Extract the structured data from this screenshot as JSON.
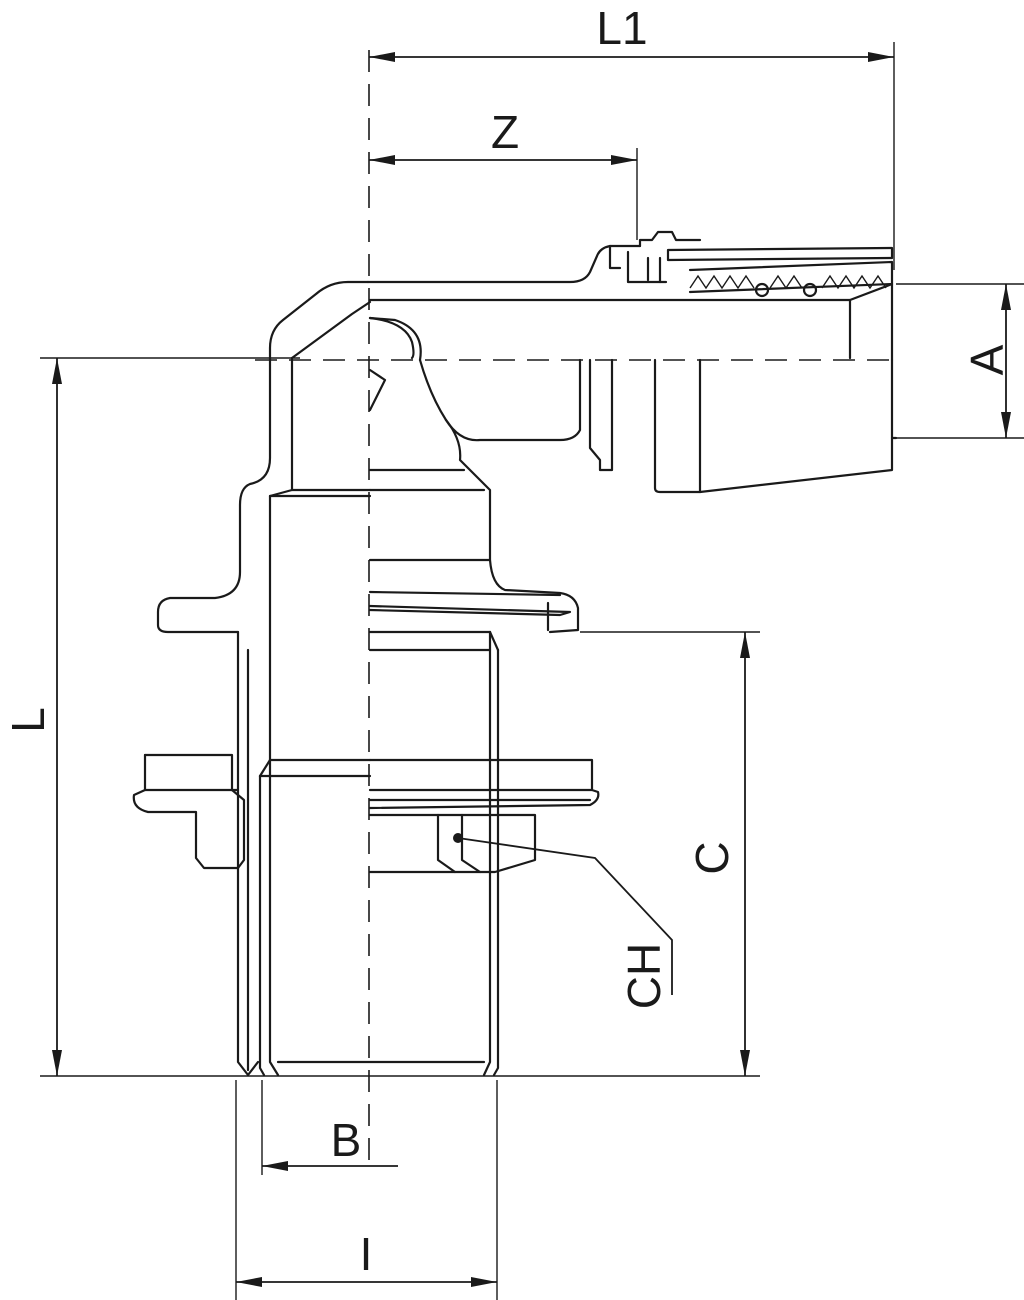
{
  "diagram": {
    "dimensions": {
      "L1": "L1",
      "Z": "Z",
      "A": "A",
      "L": "L",
      "C": "C",
      "CH": "CH",
      "B": "B",
      "I": "I"
    }
  }
}
